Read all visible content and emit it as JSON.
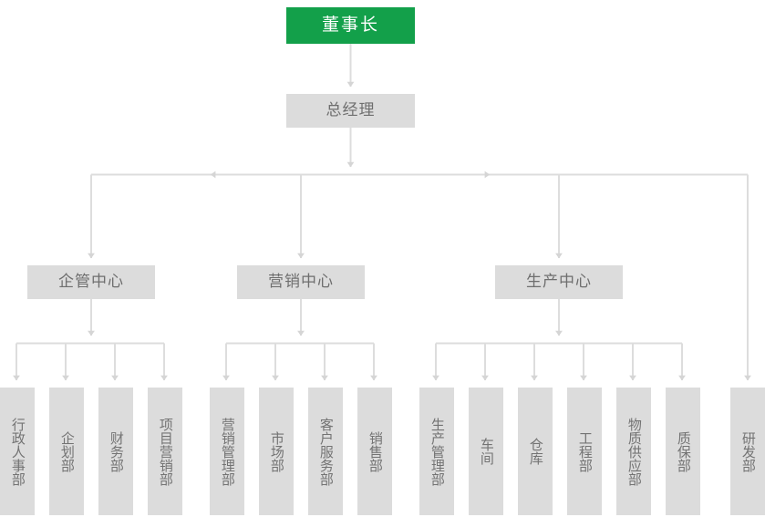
{
  "chart_data": {
    "type": "diagram",
    "title": "",
    "diagram_kind": "organization-chart",
    "colors": {
      "root_fill": "#13a04a",
      "root_text": "#ffffff",
      "node_fill": "#dcdcdc",
      "node_text": "#6e6e6e",
      "leaf_text": "#737373",
      "connector": "#d8d8d8",
      "background": "#ffffff"
    },
    "levels": [
      {
        "level": 1,
        "nodes": [
          "董事长"
        ]
      },
      {
        "level": 2,
        "nodes": [
          "总经理"
        ]
      },
      {
        "level": 3,
        "nodes": [
          "企管中心",
          "营销中心",
          "生产中心"
        ]
      },
      {
        "level": 4,
        "nodes": [
          "行政人事部",
          "企划部",
          "财务部",
          "项目营销部",
          "营销管理部",
          "市场部",
          "客户服务部",
          "销售部",
          "生产管理部",
          "车间",
          "仓库",
          "工程部",
          "物质供应部",
          "质保部",
          "研发部"
        ]
      }
    ],
    "edges": [
      {
        "from": "董事长",
        "to": "总经理"
      },
      {
        "from": "总经理",
        "to": "企管中心"
      },
      {
        "from": "总经理",
        "to": "营销中心"
      },
      {
        "from": "总经理",
        "to": "生产中心"
      },
      {
        "from": "总经理",
        "to": "研发部"
      },
      {
        "from": "企管中心",
        "to": "行政人事部"
      },
      {
        "from": "企管中心",
        "to": "企划部"
      },
      {
        "from": "企管中心",
        "to": "财务部"
      },
      {
        "from": "企管中心",
        "to": "项目营销部"
      },
      {
        "from": "营销中心",
        "to": "营销管理部"
      },
      {
        "from": "营销中心",
        "to": "市场部"
      },
      {
        "from": "营销中心",
        "to": "客户服务部"
      },
      {
        "from": "营销中心",
        "to": "销售部"
      },
      {
        "from": "生产中心",
        "to": "生产管理部"
      },
      {
        "from": "生产中心",
        "to": "车间"
      },
      {
        "from": "生产中心",
        "to": "仓库"
      },
      {
        "from": "生产中心",
        "to": "工程部"
      },
      {
        "from": "生产中心",
        "to": "物质供应部"
      },
      {
        "from": "生产中心",
        "to": "质保部"
      }
    ]
  },
  "org": {
    "chairman": {
      "label": "董事长"
    },
    "general_manager": {
      "label": "总经理"
    },
    "centers": [
      {
        "id": "qiguan",
        "label": "企管中心"
      },
      {
        "id": "yingxiao",
        "label": "营销中心"
      },
      {
        "id": "shengchan",
        "label": "生产中心"
      }
    ],
    "departments": [
      {
        "id": "xingzheng-renshi",
        "label": "行政人事部",
        "parent": "企管中心"
      },
      {
        "id": "qihua",
        "label": "企划部",
        "parent": "企管中心"
      },
      {
        "id": "caiwu",
        "label": "财务部",
        "parent": "企管中心"
      },
      {
        "id": "xiangmu-yingxiao",
        "label": "项目营销部",
        "parent": "企管中心"
      },
      {
        "id": "yingxiao-guanli",
        "label": "营销管理部",
        "parent": "营销中心"
      },
      {
        "id": "shichang",
        "label": "市场部",
        "parent": "营销中心"
      },
      {
        "id": "kehu-fuwu",
        "label": "客户服务部",
        "parent": "营销中心"
      },
      {
        "id": "xiaoshou",
        "label": "销售部",
        "parent": "营销中心"
      },
      {
        "id": "shengchan-guanli",
        "label": "生产管理部",
        "parent": "生产中心"
      },
      {
        "id": "chejian",
        "label": "车间",
        "parent": "生产中心"
      },
      {
        "id": "cangku",
        "label": "仓库",
        "parent": "生产中心"
      },
      {
        "id": "gongcheng",
        "label": "工程部",
        "parent": "生产中心"
      },
      {
        "id": "wuzhi-gongying",
        "label": "物质供应部",
        "parent": "生产中心"
      },
      {
        "id": "zhibao",
        "label": "质保部",
        "parent": "生产中心"
      },
      {
        "id": "yanfa",
        "label": "研发部",
        "parent": "总经理"
      }
    ]
  }
}
